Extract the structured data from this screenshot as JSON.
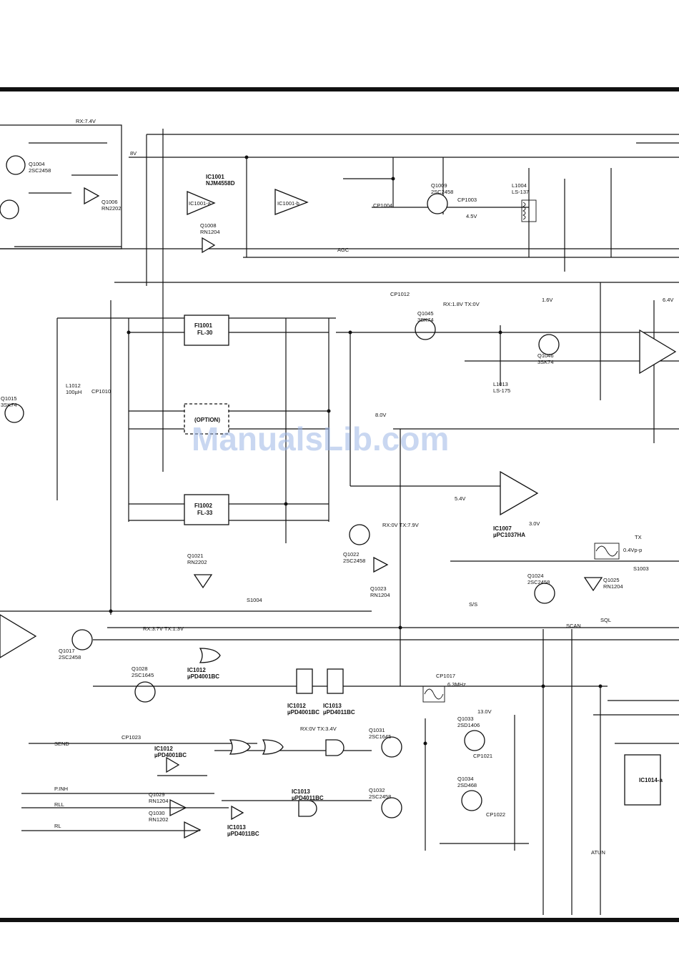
{
  "watermark": "ManualsLib.com",
  "ics": [
    {
      "ref": "IC1001",
      "part": "NJM4558D"
    },
    {
      "ref": "IC1007",
      "part": "µPC1037HA"
    },
    {
      "ref": "IC1012",
      "part": "µPD4001BC"
    },
    {
      "ref": "IC1013",
      "part": "µPD4011BC"
    },
    {
      "ref": "IC1014-a",
      "part": ""
    }
  ],
  "filters": [
    {
      "ref": "FI1001",
      "part": "FL-30"
    },
    {
      "ref": "(OPTION)",
      "part": ""
    },
    {
      "ref": "FI1002",
      "part": "FL-33"
    }
  ],
  "transistors": [
    {
      "ref": "Q1004",
      "part": "2SC2458"
    },
    {
      "ref": "Q1006",
      "part": "RN2202"
    },
    {
      "ref": "Q1008",
      "part": "RN1204"
    },
    {
      "ref": "Q1009",
      "part": "2SC2458"
    },
    {
      "ref": "Q1015",
      "part": "3SK74"
    },
    {
      "ref": "Q1017",
      "part": "2SC2458"
    },
    {
      "ref": "Q1021",
      "part": "RN2202"
    },
    {
      "ref": "Q1022",
      "part": "2SC2458"
    },
    {
      "ref": "Q1023",
      "part": "RN1204"
    },
    {
      "ref": "Q1024",
      "part": "2SC2458"
    },
    {
      "ref": "Q1025",
      "part": "RN1204"
    },
    {
      "ref": "Q1028",
      "part": "2SC1645"
    },
    {
      "ref": "Q1029",
      "part": "RN1204"
    },
    {
      "ref": "Q1030",
      "part": "RN1202"
    },
    {
      "ref": "Q1031",
      "part": "2SC1645"
    },
    {
      "ref": "Q1032",
      "part": "2SC2458"
    },
    {
      "ref": "Q1033",
      "part": "2SD1406"
    },
    {
      "ref": "Q1034",
      "part": "2SD468"
    },
    {
      "ref": "Q1045",
      "part": "3SK74"
    },
    {
      "ref": "Q1046",
      "part": "3SK74"
    }
  ],
  "signals": [
    "AGC",
    "SEND",
    "P.INH",
    "RLL",
    "RL",
    "S/S",
    "SCAN",
    "SQL",
    "ATUN",
    "TX"
  ],
  "voltages": [
    "RX:7.4V",
    "8V",
    "6.4V",
    "0.4Vp-p",
    "6.3MHz",
    "RX:1.8V TX:0V",
    "RX:0V TX:7.9V",
    "RX:3.7V TX:1.3V",
    "RX:0V TX:3.4V",
    "13.0V",
    "8.0V",
    "1.6V",
    "5.4V",
    "3.0V",
    "4.5V"
  ],
  "switches": [
    "S1003",
    "S1004"
  ],
  "coils": [
    {
      "ref": "L1012",
      "part": "100µH"
    },
    {
      "ref": "L1013",
      "part": "LS-175"
    },
    {
      "ref": "L1004",
      "part": "LS-137"
    }
  ],
  "test_points": [
    "CP1003",
    "CP1004",
    "CP1010",
    "CP1012",
    "CP1017",
    "CP1021",
    "CP1022",
    "CP1023"
  ]
}
